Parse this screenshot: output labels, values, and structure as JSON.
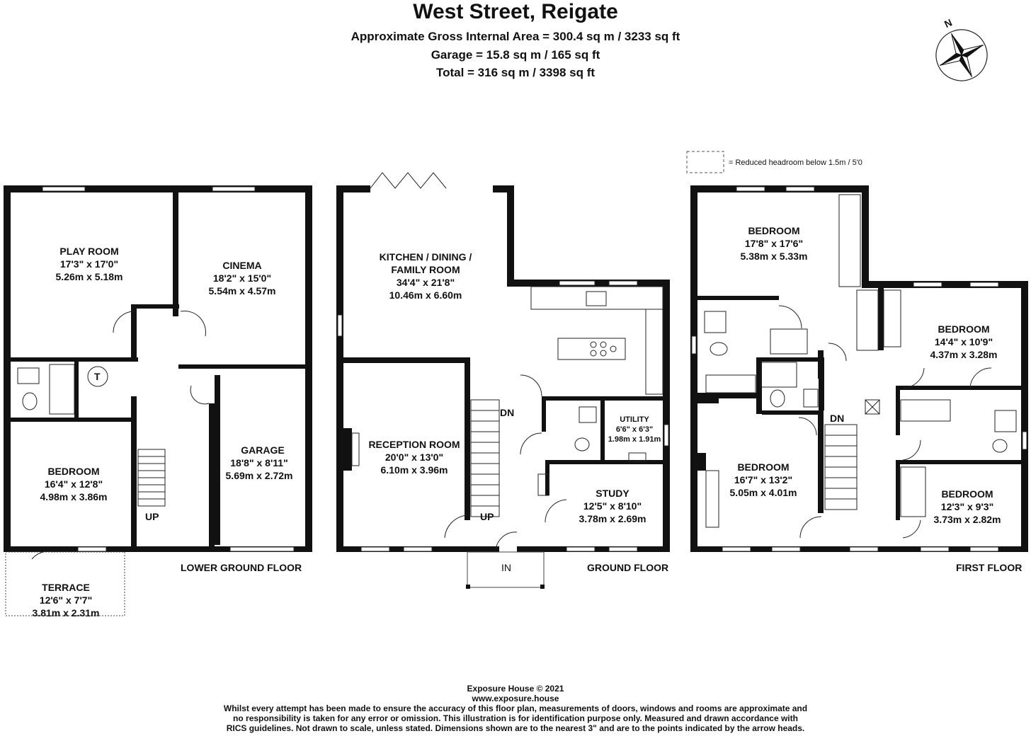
{
  "header": {
    "title": "West Street, Reigate",
    "gross_internal_area": "Approximate Gross Internal Area = 300.4 sq m / 3233 sq ft",
    "garage_area": "Garage = 15.8 sq m / 165 sq ft",
    "total_area": "Total = 316 sq m / 3398 sq ft"
  },
  "compass": {
    "label": "N",
    "icon": "compass-rose-icon"
  },
  "legend": {
    "text": "= Reduced headroom below 1.5m / 5'0"
  },
  "floors": {
    "lower_ground": {
      "name": "LOWER GROUND FLOOR",
      "rooms": [
        {
          "name": "PLAY ROOM",
          "imperial": "17'3\" x 17'0\"",
          "metric": "5.26m x 5.18m"
        },
        {
          "name": "CINEMA",
          "imperial": "18'2\" x 15'0\"",
          "metric": "5.54m x 4.57m"
        },
        {
          "name": "BEDROOM",
          "imperial": "16'4\" x 12'8\"",
          "metric": "4.98m x 3.86m"
        },
        {
          "name": "GARAGE",
          "imperial": "18'8\" x 8'11\"",
          "metric": "5.69m x 2.72m"
        },
        {
          "name": "TERRACE",
          "imperial": "12'6\" x 7'7\"",
          "metric": "3.81m x 2.31m"
        }
      ],
      "stairs": "UP",
      "tank": "T"
    },
    "ground": {
      "name": "GROUND FLOOR",
      "rooms": [
        {
          "name": "KITCHEN / DINING /",
          "name2": "FAMILY ROOM",
          "imperial": "34'4\" x 21'8\"",
          "metric": "10.46m x 6.60m"
        },
        {
          "name": "RECEPTION ROOM",
          "imperial": "20'0\" x 13'0\"",
          "metric": "6.10m x 3.96m"
        },
        {
          "name": "UTILITY",
          "imperial": "6'6\" x 6'3\"",
          "metric": "1.98m x 1.91m"
        },
        {
          "name": "STUDY",
          "imperial": "12'5\" x 8'10\"",
          "metric": "3.78m x 2.69m"
        }
      ],
      "stairs_up": "UP",
      "stairs_down": "DN",
      "entrance": "IN"
    },
    "first": {
      "name": "FIRST FLOOR",
      "rooms": [
        {
          "name": "BEDROOM",
          "imperial": "17'8\" x 17'6\"",
          "metric": "5.38m x 5.33m"
        },
        {
          "name": "BEDROOM",
          "imperial": "14'4\" x 10'9\"",
          "metric": "4.37m x 3.28m"
        },
        {
          "name": "BEDROOM",
          "imperial": "16'7\" x 13'2\"",
          "metric": "5.05m x 4.01m"
        },
        {
          "name": "BEDROOM",
          "imperial": "12'3\" x 9'3\"",
          "metric": "3.73m x 2.82m"
        }
      ],
      "stairs_down": "DN"
    }
  },
  "footer": {
    "copyright": "Exposure House © 2021",
    "website": "www.exposure.house",
    "line1": "Whilst every attempt has been made to ensure the accuracy of this floor plan, measurements of doors, windows and rooms are approximate and",
    "line2": "no responsibility is taken for any error or omission. This illustration is for identification purpose only. Measured and drawn accordance with",
    "line3": "RICS guidelines. Not drawn to scale, unless stated. Dimensions shown are to the nearest 3\" and are to the points indicated by the arrow heads."
  }
}
